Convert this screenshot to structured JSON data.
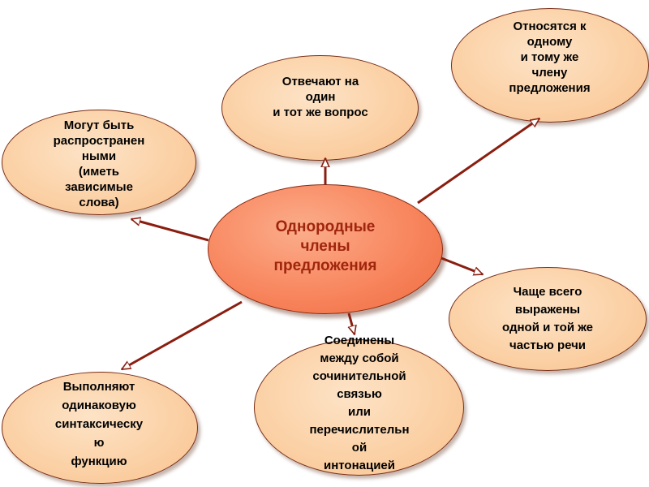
{
  "colors": {
    "bubble_fill": "#fbd0a4",
    "center_fill": "#f8865e",
    "center_text": "#a0250d",
    "arrow": "#8a1e10",
    "outline": "#7a2e17"
  },
  "center": {
    "lines": [
      "Однородные",
      "члены",
      "предложения"
    ]
  },
  "nodes": {
    "top": {
      "lines": [
        "Отвечают на",
        "один",
        "и тот же вопрос"
      ]
    },
    "top_right": {
      "lines": [
        "Относятся к",
        "одному",
        "и тому же",
        "члену",
        "предложения"
      ]
    },
    "left": {
      "lines": [
        "Могут быть",
        "распространен",
        "ными",
        "(иметь",
        "зависимые",
        "слова)"
      ]
    },
    "right": {
      "lines": [
        "Чаще всего",
        "выражены",
        "одной и той же",
        "частью речи"
      ]
    },
    "bottom": {
      "lines": [
        "Соединены",
        "между собой",
        "сочинительной",
        "связью",
        "или",
        "перечислительн",
        "ой",
        "интонацией"
      ]
    },
    "bottom_left": {
      "lines": [
        "Выполняют",
        "одинаковую",
        "синтаксическу",
        "ю",
        "функцию"
      ]
    }
  }
}
